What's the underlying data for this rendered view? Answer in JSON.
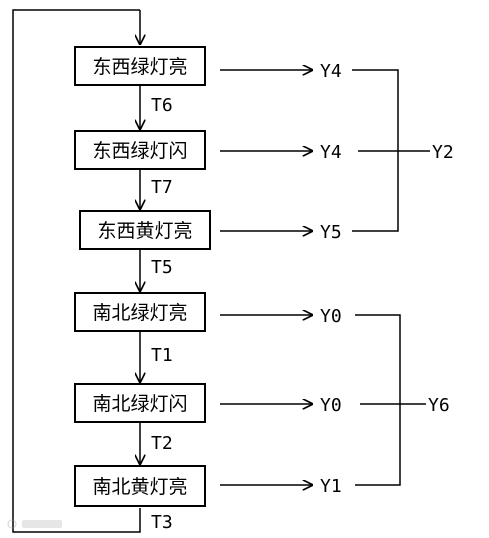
{
  "states": [
    {
      "id": "s1",
      "label": "东西绿灯亮",
      "output": "Y4"
    },
    {
      "id": "s2",
      "label": "东西绿灯闪",
      "output": "Y4"
    },
    {
      "id": "s3",
      "label": "东西黄灯亮",
      "output": "Y5"
    },
    {
      "id": "s4",
      "label": "南北绿灯亮",
      "output": "Y0"
    },
    {
      "id": "s5",
      "label": "南北绿灯闪",
      "output": "Y0"
    },
    {
      "id": "s6",
      "label": "南北黄灯亮",
      "output": "Y1"
    }
  ],
  "transitions": [
    "T6",
    "T7",
    "T5",
    "T1",
    "T2",
    "T3"
  ],
  "groups": [
    {
      "label": "Y2"
    },
    {
      "label": "Y6"
    }
  ]
}
